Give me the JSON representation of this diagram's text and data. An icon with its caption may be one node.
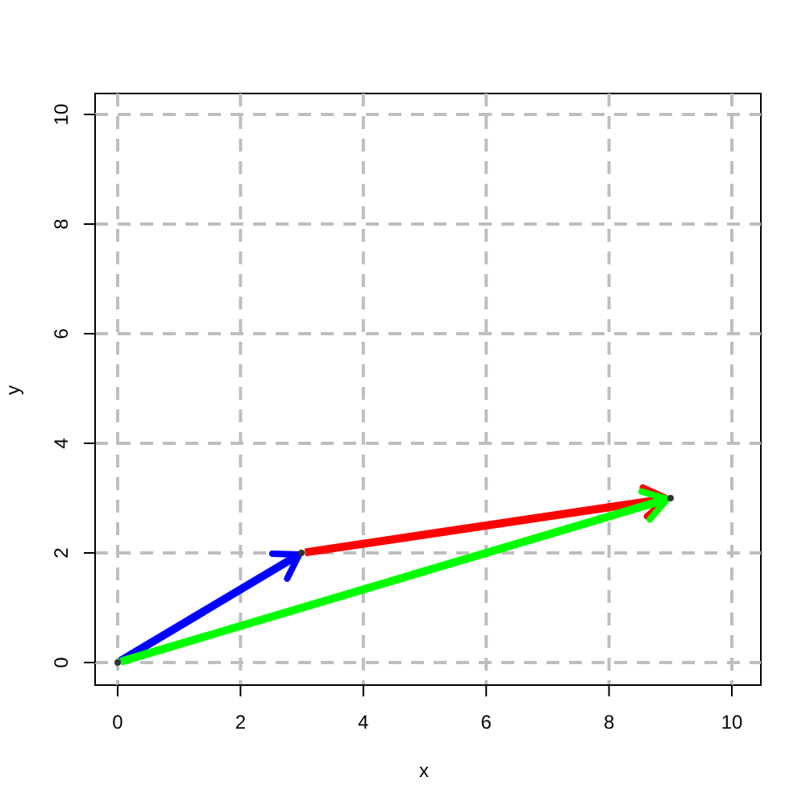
{
  "diagram": {
    "nodes": [
      {
        "text": [],
        "shape": "point"
      },
      {
        "text": [],
        "shape": "point"
      },
      {
        "text": [],
        "shape": "point"
      }
    ],
    "edges": [
      {
        "from": 0,
        "to": 1,
        "arrow": "to",
        "color": "#0000ff"
      },
      {
        "from": 1,
        "to": 2,
        "arrow": "to",
        "color": "#ff0000"
      },
      {
        "from": 0,
        "to": 2,
        "arrow": "to",
        "color": "#00ff00"
      }
    ],
    "labels": [
      "10",
      "8",
      "6",
      "4",
      "2",
      "0",
      "y",
      "0",
      "2",
      "4",
      "6",
      "8",
      "10",
      "x"
    ]
  }
}
